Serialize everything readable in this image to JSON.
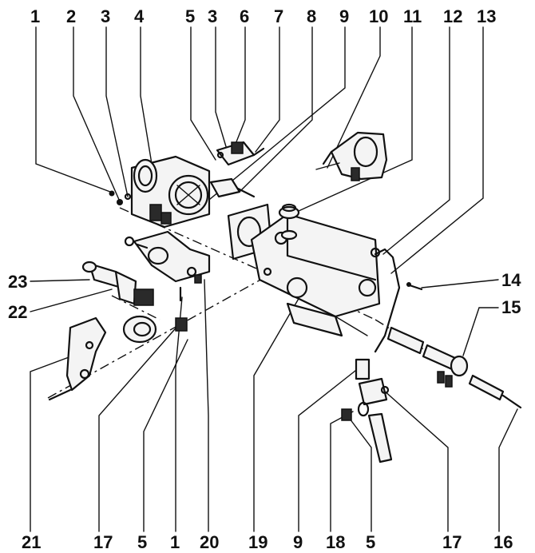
{
  "callouts": [
    {
      "id": "c1",
      "text": "1"
    },
    {
      "id": "c2",
      "text": "2"
    },
    {
      "id": "c3",
      "text": "3"
    },
    {
      "id": "c4",
      "text": "4"
    },
    {
      "id": "c5",
      "text": "5"
    },
    {
      "id": "c6",
      "text": "3"
    },
    {
      "id": "c7",
      "text": "6"
    },
    {
      "id": "c8",
      "text": "7"
    },
    {
      "id": "c9",
      "text": "8"
    },
    {
      "id": "c10",
      "text": "9"
    },
    {
      "id": "c11",
      "text": "10"
    },
    {
      "id": "c12",
      "text": "11"
    },
    {
      "id": "c13",
      "text": "12"
    },
    {
      "id": "c14",
      "text": "13"
    },
    {
      "id": "c15",
      "text": "14"
    },
    {
      "id": "c16",
      "text": "15"
    },
    {
      "id": "c17",
      "text": "23"
    },
    {
      "id": "c18",
      "text": "22"
    },
    {
      "id": "c19",
      "text": "21"
    },
    {
      "id": "c20",
      "text": "17"
    },
    {
      "id": "c21",
      "text": "5"
    },
    {
      "id": "c22",
      "text": "1"
    },
    {
      "id": "c23",
      "text": "20"
    },
    {
      "id": "c24",
      "text": "19"
    },
    {
      "id": "c25",
      "text": "9"
    },
    {
      "id": "c26",
      "text": "18"
    },
    {
      "id": "c27",
      "text": "5"
    },
    {
      "id": "c28",
      "text": "17"
    },
    {
      "id": "c29",
      "text": "16"
    }
  ]
}
